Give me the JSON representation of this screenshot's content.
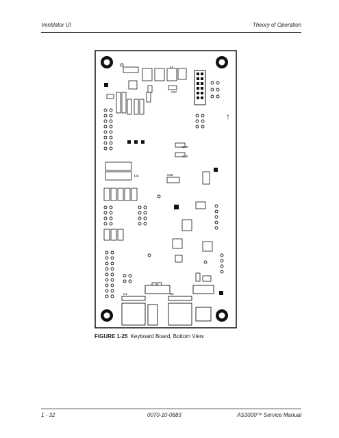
{
  "header": {
    "left": "Ventilator UI",
    "right": "Theory of Operation"
  },
  "figure": {
    "number": "FIGURE 1-25",
    "caption": "Keyboard Board, Bottom View",
    "labels": {
      "u4": "U4",
      "u1": "U1",
      "u2": "U2",
      "c59": "C59",
      "c60": "C60",
      "c58": "C58",
      "l1": "L1",
      "c57": "C57"
    },
    "arrow_glyph": "↑"
  },
  "footer": {
    "left": "1 - 32",
    "center": "0070-10-0683",
    "right": "AS3000™ Service Manual"
  }
}
